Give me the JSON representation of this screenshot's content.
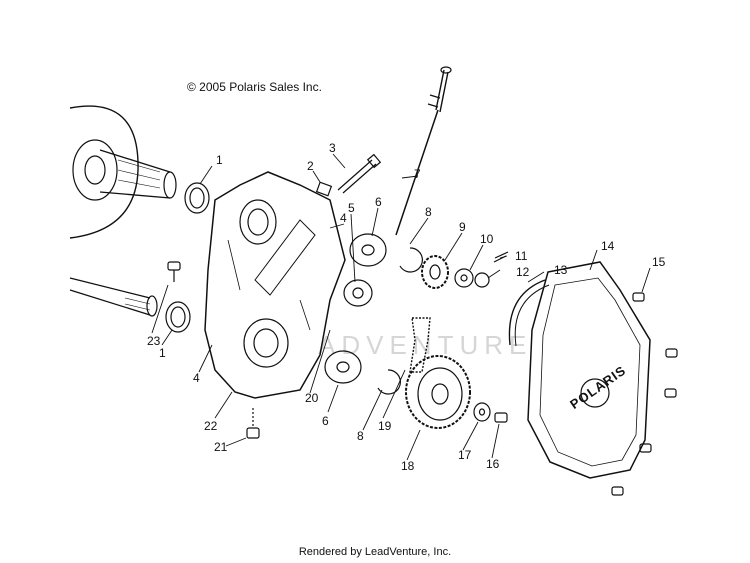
{
  "copyright": "© 2005 Polaris Sales Inc.",
  "footer": "Rendered by LeadVenture, Inc.",
  "watermark": "ADVENTURE",
  "brand_logo": "POLARIS",
  "callouts": [
    "1",
    "2",
    "3",
    "4",
    "5",
    "6",
    "7",
    "8",
    "9",
    "10",
    "11",
    "12",
    "13",
    "14",
    "15",
    "4",
    "23",
    "1",
    "20",
    "6",
    "8",
    "19",
    "22",
    "21",
    "18",
    "17",
    "16"
  ],
  "colors": {
    "line": "#111111",
    "watermark": "#d6d6d6"
  },
  "icons": [
    "drive-shaft",
    "chaincase-housing",
    "chaincase-cover",
    "sprocket",
    "chain",
    "seal",
    "bolt",
    "washer",
    "snap-ring",
    "dipstick",
    "tensioner"
  ]
}
